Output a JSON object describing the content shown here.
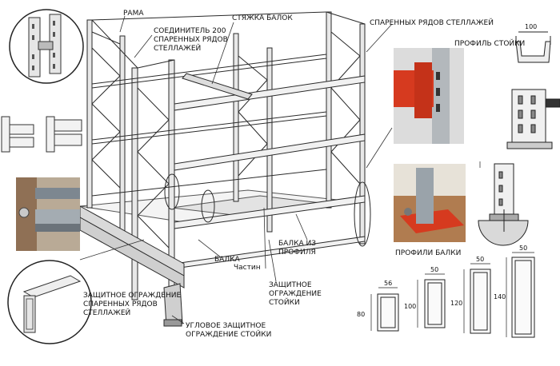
{
  "labels": {
    "rama": "РАМА",
    "connector": "СОЕДИНИТЕЛЬ 200 СПАРЕННЫХ РЯДОВ СТЕЛЛАЖЕЙ",
    "beam_tie": "СТЯЖКА БАЛОК",
    "paired_rows": "СПАРЕННЫХ РЯДОВ СТЕЛЛАЖЕЙ",
    "upright_profile": "ПРОФИЛЬ СТОЙКИ",
    "beam": "БАЛКА",
    "profile_beam": "БАЛКА ИЗ ПРОФИЛЯ",
    "upright_guard": "ЗАЩИТНОЕ ОГРАЖДЕНИЕ СТОЙКИ",
    "row_guard": "ЗАЩИТНОЕ ОГРАЖДЕНИЕ СПАРЕННЫХ РЯДОВ СТЕЛЛАЖЕЙ",
    "corner_guard": "УГЛОВОЕ ЗАЩИТНОЕ ОГРАЖДЕНИЕ СТОЙКИ",
    "part": "Частин",
    "beam_profiles": "ПРОФИЛИ БАЛКИ"
  },
  "dimensions": {
    "upright_width": "100",
    "beam_widths": [
      "56",
      "50",
      "50",
      "50"
    ],
    "beam_heights": [
      "80",
      "100",
      "120",
      "140"
    ]
  },
  "colors": {
    "line": "#2a2a2a",
    "steel": "#9aa3aa",
    "red": "#d63a1f",
    "wood": "#b07c50",
    "floor": "#cfc7bb"
  }
}
